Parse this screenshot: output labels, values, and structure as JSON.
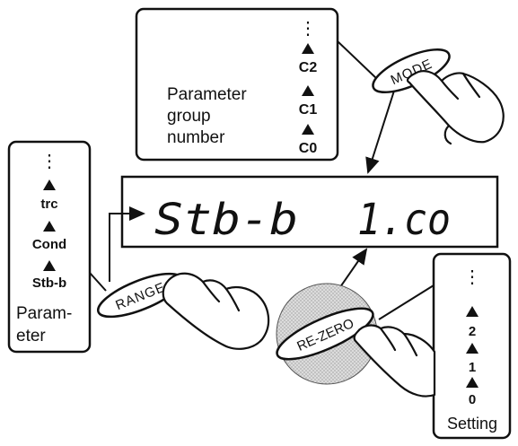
{
  "display": {
    "parameter_text": "Stb-b",
    "setting_text": "1.co"
  },
  "parameter_group_box": {
    "label_lines": [
      "Parameter",
      "group",
      "number"
    ],
    "items": [
      "C2",
      "C1",
      "C0"
    ],
    "ellipsis": "⋮"
  },
  "parameter_box": {
    "label_lines": [
      "Param-",
      "eter"
    ],
    "items": [
      "trc",
      "Cond",
      "Stb-b"
    ],
    "ellipsis": "⋮"
  },
  "setting_box": {
    "label": "Setting",
    "items": [
      "2",
      "1",
      "0"
    ],
    "ellipsis": "⋮"
  },
  "keys": {
    "mode": "MODE",
    "range": "RANGE",
    "rezero": "RE-ZERO"
  },
  "icons": {
    "up_arrow": "triangle-up-icon",
    "pointing_hand": "pointing-hand-icon"
  }
}
